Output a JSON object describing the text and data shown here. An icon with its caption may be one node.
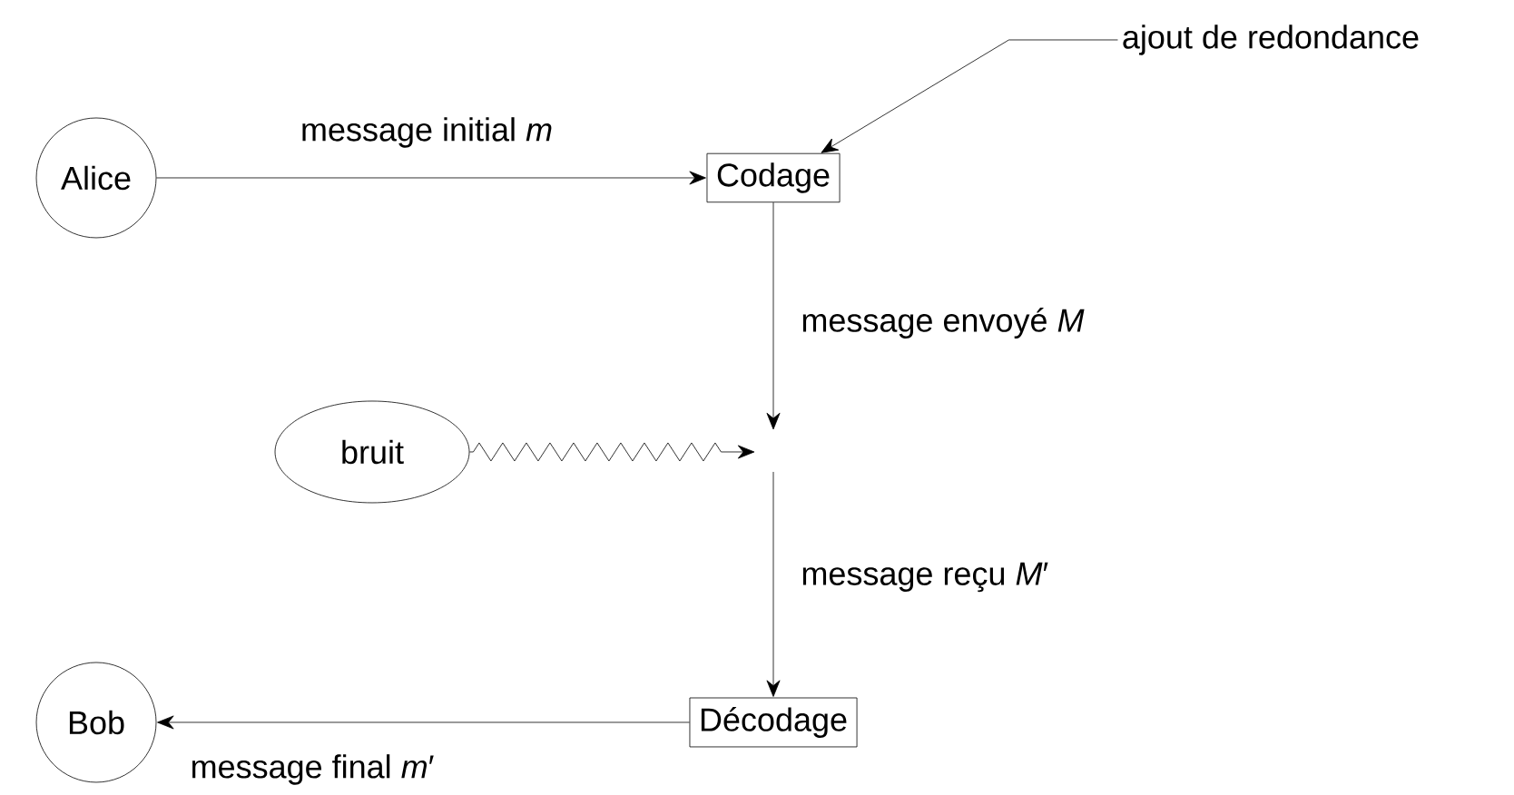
{
  "diagram": {
    "nodes": [
      {
        "text": [
          "Alice"
        ]
      },
      {
        "text": [
          "Codage"
        ]
      },
      {
        "text": [
          "bruit"
        ]
      },
      {
        "text": [
          "Décodage"
        ]
      },
      {
        "text": [
          "Bob"
        ]
      },
      {
        "text": [
          "ajout de redondance"
        ]
      }
    ],
    "edges": [
      {
        "from": 0,
        "to": 1,
        "arrow": "to",
        "label": "message initial *m*"
      },
      {
        "from": 1,
        "to": null,
        "arrow": "to",
        "label": "message envoyé *M*"
      },
      {
        "from": 2,
        "to": null,
        "arrow": "to"
      },
      {
        "from": null,
        "to": 3,
        "arrow": "to",
        "label": "message reçu *M*′"
      },
      {
        "from": 3,
        "to": 4,
        "arrow": "to",
        "label": "message final *m*′"
      },
      {
        "from": 5,
        "to": 1,
        "arrow": "to"
      }
    ]
  }
}
